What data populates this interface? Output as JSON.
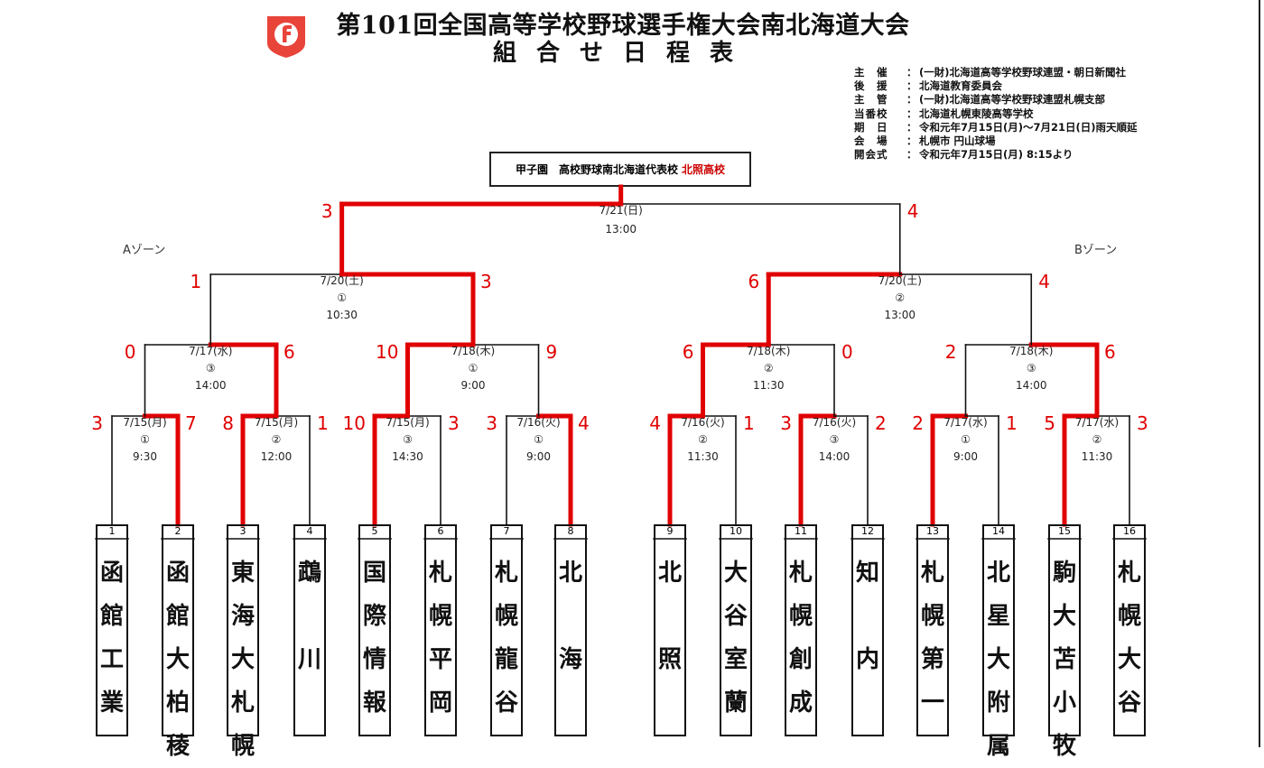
{
  "title": {
    "line1": "第101回全国高等学校野球選手権大会南北海道大会",
    "line2": "組合せ日程表"
  },
  "logo": {
    "icon": "asahi-logo-icon",
    "color": "#e8443a"
  },
  "info": [
    {
      "label": "主　催",
      "value": "(一財)北海道高等学校野球連盟・朝日新聞社"
    },
    {
      "label": "後　援",
      "value": "北海道教育委員会"
    },
    {
      "label": "主　管",
      "value": "(一財)北海道高等学校野球連盟札幌支部"
    },
    {
      "label": "当番校",
      "value": "北海道札幌東陵高等学校"
    },
    {
      "label": "期　日",
      "value": "令和元年7月15日(月)～7月21日(日)雨天順延"
    },
    {
      "label": "会　場",
      "value": "札幌市 円山球場"
    },
    {
      "label": "開会式",
      "value": "令和元年7月15日(月) 8:15より"
    }
  ],
  "info_separator": "：",
  "champion": {
    "label": "甲子園　高校野球南北海道代表校",
    "winner": "北照高校"
  },
  "zones": {
    "a": "Aゾーン",
    "b": "Bゾーン"
  },
  "colors": {
    "winner_line": "#e00000",
    "line": "#111111",
    "score": "#e00000"
  },
  "teams": [
    {
      "num": "1",
      "name": "函館工業"
    },
    {
      "num": "2",
      "name": "函館大柏稜"
    },
    {
      "num": "3",
      "name": "東海大札幌"
    },
    {
      "num": "4",
      "name": "鵡　川"
    },
    {
      "num": "5",
      "name": "国際情報"
    },
    {
      "num": "6",
      "name": "札幌平岡"
    },
    {
      "num": "7",
      "name": "札幌龍谷"
    },
    {
      "num": "8",
      "name": "北　海"
    },
    {
      "num": "9",
      "name": "北　照"
    },
    {
      "num": "10",
      "name": "大谷室蘭"
    },
    {
      "num": "11",
      "name": "札幌創成"
    },
    {
      "num": "12",
      "name": "知　内"
    },
    {
      "num": "13",
      "name": "札幌第一"
    },
    {
      "num": "14",
      "name": "北星大附属"
    },
    {
      "num": "15",
      "name": "駒大苫小牧"
    },
    {
      "num": "16",
      "name": "札幌大谷"
    }
  ],
  "rounds": {
    "r1": [
      {
        "date": "7/15(月)",
        "game": "①",
        "time": "9:30",
        "scores": [
          "3",
          "7"
        ],
        "winner": 1
      },
      {
        "date": "7/15(月)",
        "game": "②",
        "time": "12:00",
        "scores": [
          "8",
          "1"
        ],
        "winner": 0
      },
      {
        "date": "7/15(月)",
        "game": "③",
        "time": "14:30",
        "scores": [
          "10",
          "3"
        ],
        "winner": 0
      },
      {
        "date": "7/16(火)",
        "game": "①",
        "time": "9:00",
        "scores": [
          "3",
          "4"
        ],
        "winner": 1
      },
      {
        "date": "7/16(火)",
        "game": "②",
        "time": "11:30",
        "scores": [
          "4",
          "1"
        ],
        "winner": 0
      },
      {
        "date": "7/16(火)",
        "game": "③",
        "time": "14:00",
        "scores": [
          "3",
          "2"
        ],
        "winner": 0
      },
      {
        "date": "7/17(水)",
        "game": "①",
        "time": "9:00",
        "scores": [
          "2",
          "1"
        ],
        "winner": 0
      },
      {
        "date": "7/17(水)",
        "game": "②",
        "time": "11:30",
        "scores": [
          "5",
          "3"
        ],
        "winner": 0
      }
    ],
    "r2": [
      {
        "date": "7/17(水)",
        "game": "③",
        "time": "14:00",
        "scores": [
          "0",
          "6"
        ],
        "winner": 1
      },
      {
        "date": "7/18(木)",
        "game": "①",
        "time": "9:00",
        "scores": [
          "10",
          "9"
        ],
        "winner": 0
      },
      {
        "date": "7/18(木)",
        "game": "②",
        "time": "11:30",
        "scores": [
          "6",
          "0"
        ],
        "winner": 0
      },
      {
        "date": "7/18(木)",
        "game": "③",
        "time": "14:00",
        "scores": [
          "2",
          "6"
        ],
        "winner": 1
      }
    ],
    "r3": [
      {
        "date": "7/20(土)",
        "game": "①",
        "time": "10:30",
        "scores": [
          "1",
          "3"
        ],
        "winner": 1
      },
      {
        "date": "7/20(土)",
        "game": "②",
        "time": "13:00",
        "scores": [
          "6",
          "4"
        ],
        "winner": 0
      }
    ],
    "final": [
      {
        "date": "7/21(日)",
        "game": "",
        "time": "13:00",
        "scores": [
          "3",
          "4"
        ],
        "winner": 0
      }
    ]
  }
}
